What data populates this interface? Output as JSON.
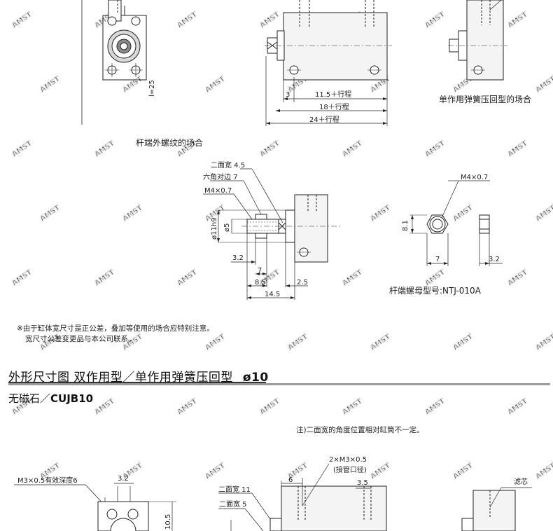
{
  "watermark": "AMST",
  "top_drawing": {
    "dims": [
      "3",
      "11.5＋行程",
      "18＋行程",
      "24＋行程"
    ],
    "left_label": "l=25",
    "caption_right": "单作用弹簧压回型的场合"
  },
  "rod_thread": {
    "title": "杆端外螺纹的场合",
    "labels": [
      "二面宽 4.5",
      "六角对边 7",
      "M4×0.7"
    ],
    "vertical": [
      "ø11h9",
      "ø5"
    ],
    "dims": [
      "3.2",
      "7",
      "8.5",
      "2.5",
      "14.5"
    ]
  },
  "nut": {
    "label": "M4×0.7",
    "height": "8.1",
    "width": "7",
    "thickness": "3.2",
    "caption": "杆端螺母型号:NTJ-010A"
  },
  "notes": [
    "※由于缸体宽尺寸是正公差，叠加等使用的场合应特别注意。",
    "宽尺寸公差变更品与本公司联系。"
  ],
  "section": {
    "title": "外形尺寸图  双作用型／单作用弹簧压回型",
    "bore": "ø10",
    "subtitle_prefix": "无磁石／",
    "model": "CUJB10",
    "note": "注)二面宽的角度位置相对缸筒不一定。"
  },
  "bottom_drawing": {
    "labels": [
      "M3×0.5有效深度6",
      "3.2",
      "10.5",
      "二面宽 11",
      "二面宽 5",
      "6",
      "2×M3×0.5",
      "(接管口径)",
      "3.5",
      "滤芯"
    ]
  }
}
